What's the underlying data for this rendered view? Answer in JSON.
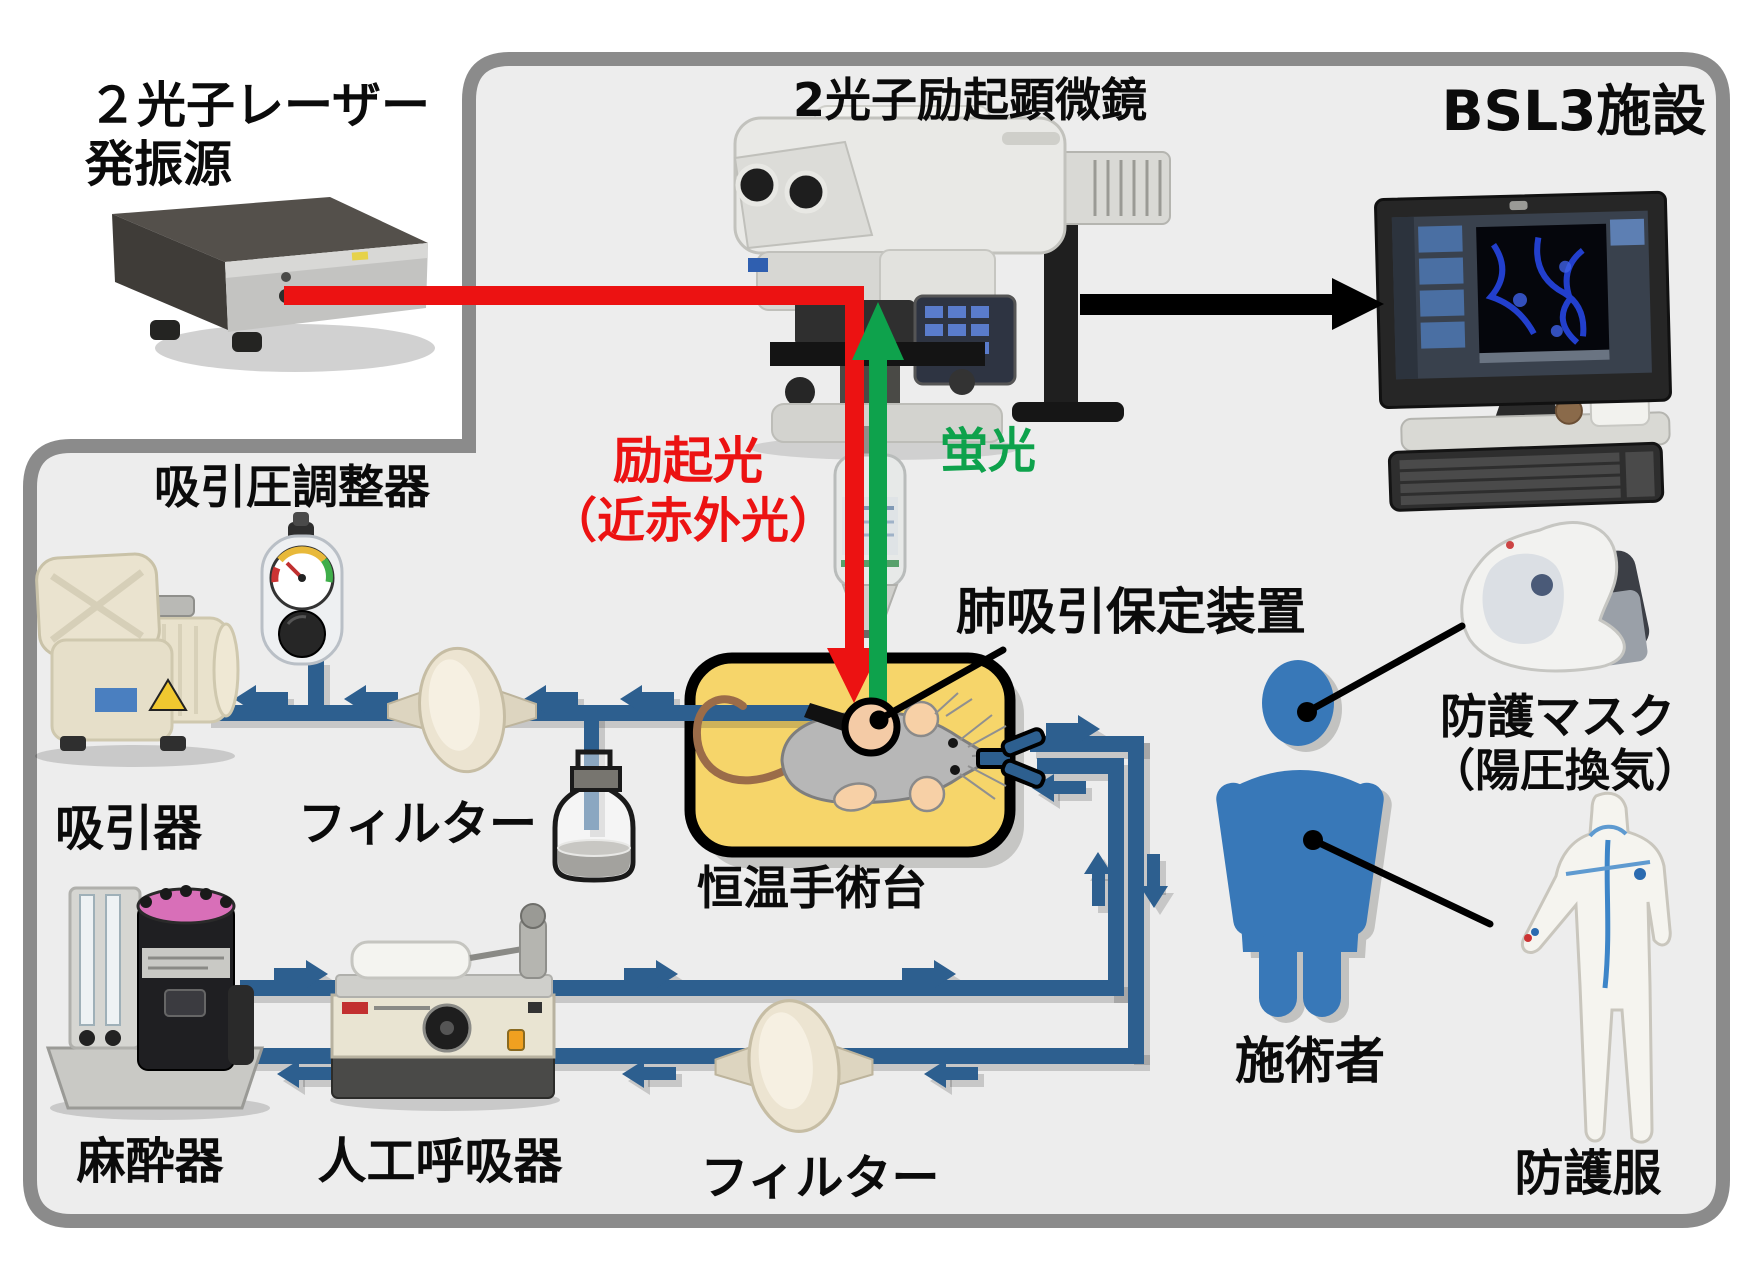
{
  "colors": {
    "background": "#ffffff",
    "facility_fill": "#ededed",
    "facility_border": "#8b8b8b",
    "tube_blue": "#2d5f8f",
    "excitation_red": "#ec1212",
    "fluorescence_green": "#0ea24c",
    "bed_yellow": "#f6d56a",
    "person_blue": "#3878b8"
  },
  "facility": {
    "label": "BSL3施設"
  },
  "beams": {
    "excitation": {
      "label_line1": "励起光",
      "label_line2": "（近赤外光）",
      "color": "#ec1212"
    },
    "fluorescence": {
      "label": "蛍光",
      "color": "#0ea24c"
    },
    "data_transfer": {
      "color": "#000000"
    }
  },
  "equipment": {
    "laser": {
      "label_line1": "２光子レーザー",
      "label_line2": "発振源"
    },
    "microscope": {
      "label": "2光子励起顕微鏡"
    },
    "pressure_regulator": {
      "label": "吸引圧調整器"
    },
    "aspirator": {
      "label": "吸引器"
    },
    "suction_filter": {
      "label": "フィルター"
    },
    "lung_stabilizer": {
      "label": "肺吸引保定装置"
    },
    "operating_table": {
      "label": "恒温手術台"
    },
    "anesthesia": {
      "label": "麻酔器"
    },
    "ventilator": {
      "label": "人工呼吸器"
    },
    "breathing_filter": {
      "label": "フィルター"
    }
  },
  "personnel": {
    "operator": {
      "label": "施術者"
    },
    "mask": {
      "label_line1": "防護マスク",
      "label_line2": "（陽圧換気）"
    },
    "suit": {
      "label": "防護服"
    }
  }
}
